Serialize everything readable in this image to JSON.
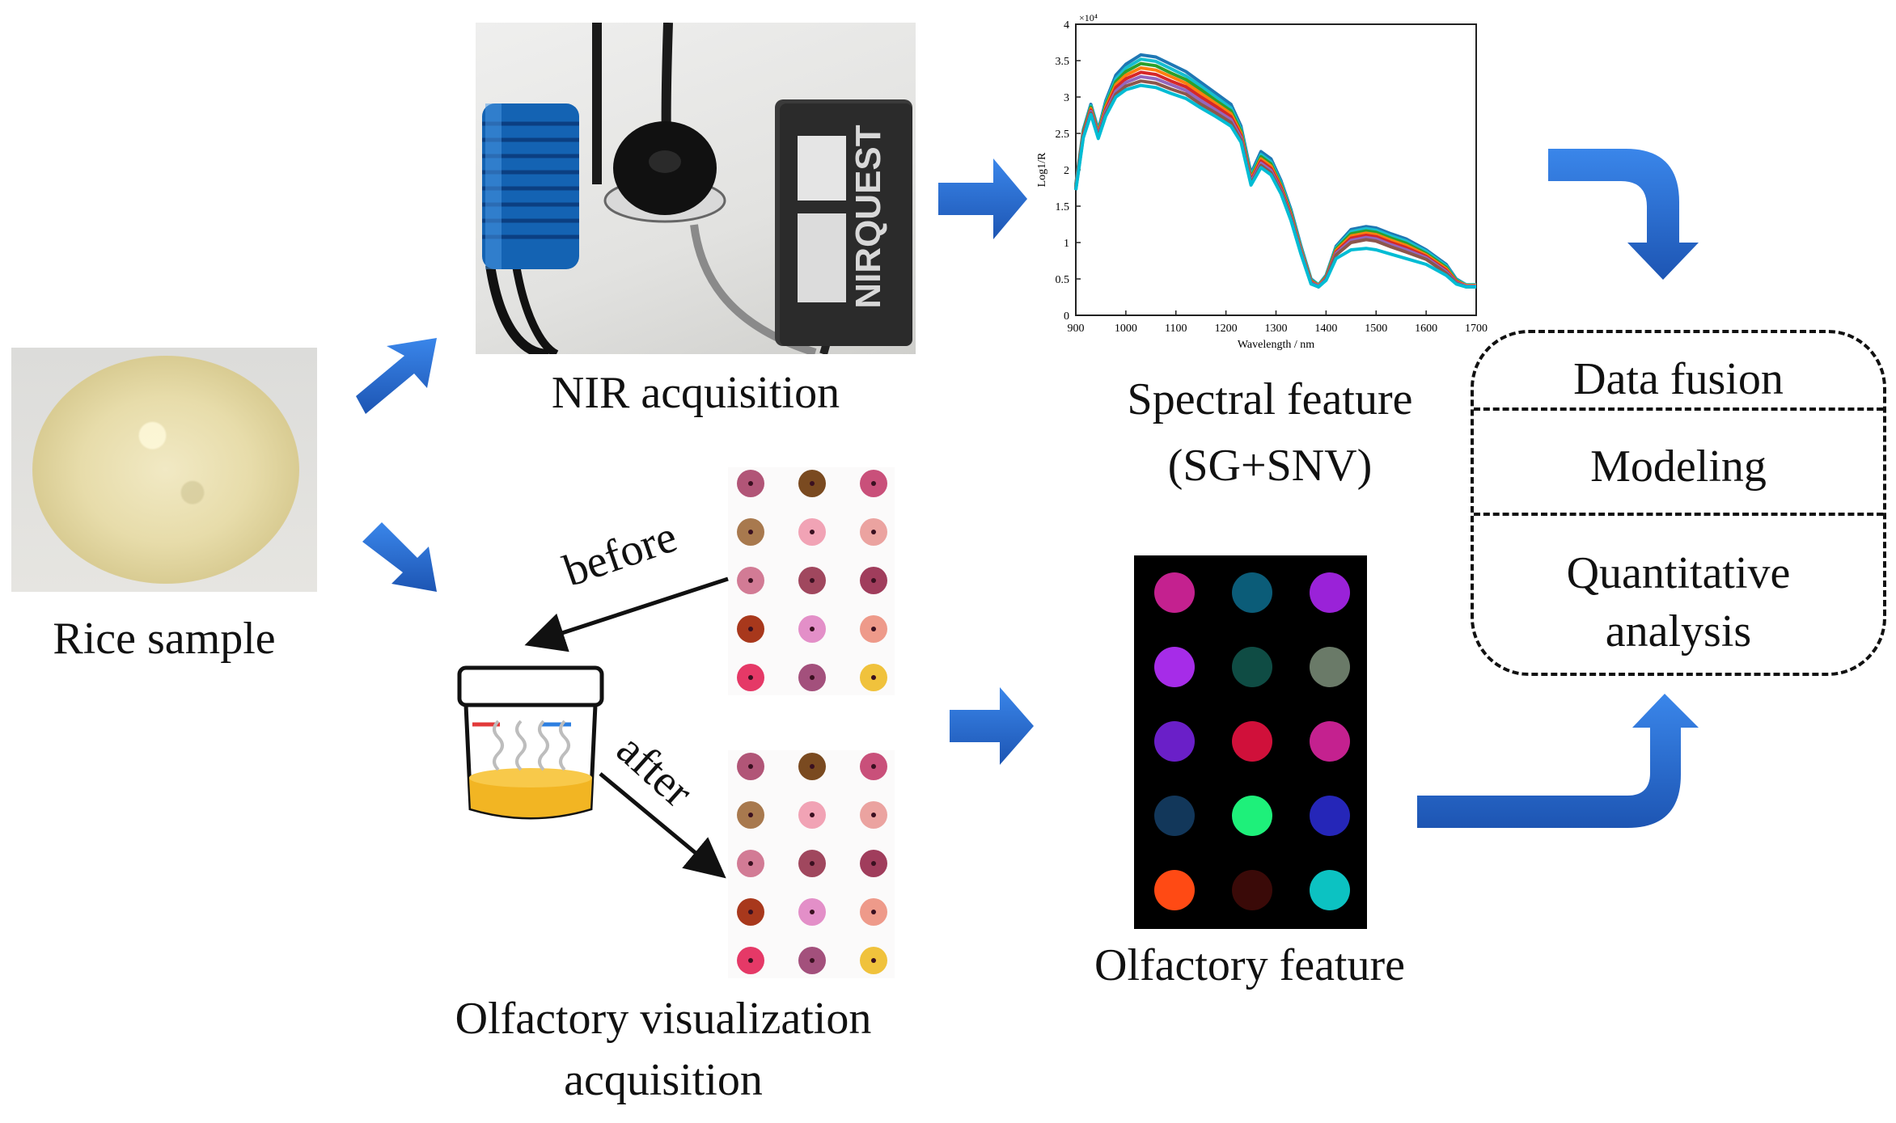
{
  "labels": {
    "rice_sample": "Rice sample",
    "nir_acquisition": "NIR acquisition",
    "spectral_feature_line1": "Spectral feature",
    "spectral_feature_line2": "(SG+SNV)",
    "olfactory_visualization_line1": "Olfactory visualization",
    "olfactory_visualization_line2": "acquisition",
    "olfactory_feature": "Olfactory feature",
    "before": "before",
    "after": "after"
  },
  "fusion_box": {
    "data_fusion": "Data fusion",
    "modeling": "Modeling",
    "quantitative_line1": "Quantitative",
    "quantitative_line2": "analysis"
  },
  "device": {
    "brand_text": "NIRQUEST"
  },
  "colors": {
    "arrow_blue": "#2a6fd6",
    "arrow_blue_dark": "#1d55b3"
  },
  "olfactory_feature_colors": [
    [
      "#c4218f",
      "#0b5c78",
      "#9a22d8"
    ],
    [
      "#a62ce8",
      "#0f4c44",
      "#6a7a68"
    ],
    [
      "#6a1fc8",
      "#d0103a",
      "#c4218f"
    ],
    [
      "#12375a",
      "#1ef07a",
      "#2526b8"
    ],
    [
      "#ff4a14",
      "#3a0a08",
      "#0cc2c2"
    ]
  ],
  "sensor_array_colors": [
    [
      "#b15577",
      "#7a4a20",
      "#c9507a"
    ],
    [
      "#a8794e",
      "#f1a3b5",
      "#eba3a0"
    ],
    [
      "#d27b95",
      "#a0475e",
      "#a03d5c"
    ],
    [
      "#a8381c",
      "#e38fc8",
      "#ee9a8a"
    ],
    [
      "#e53967",
      "#a3507c",
      "#f0c23c"
    ]
  ],
  "chart_data": {
    "type": "line",
    "xlabel": "Wavelength / nm",
    "ylabel": "Log1/R",
    "y_multiplier_label": "×10⁴",
    "xlim": [
      900,
      1700
    ],
    "ylim": [
      0,
      4
    ],
    "x_ticks": [
      "900",
      "1000",
      "1100",
      "1200",
      "1300",
      "1400",
      "1500",
      "1600",
      "1700"
    ],
    "y_ticks": [
      "0",
      "0.5",
      "1",
      "1.5",
      "2",
      "2.5",
      "3",
      "3.5",
      "4"
    ],
    "x": [
      900,
      915,
      930,
      945,
      960,
      980,
      1000,
      1030,
      1060,
      1090,
      1120,
      1150,
      1180,
      1210,
      1230,
      1250,
      1270,
      1290,
      1310,
      1330,
      1350,
      1370,
      1385,
      1400,
      1420,
      1450,
      1480,
      1500,
      1530,
      1560,
      1600,
      1640,
      1660,
      1680,
      1700
    ],
    "series": [
      {
        "color": "#1f77b4",
        "values": [
          1.8,
          2.55,
          2.9,
          2.55,
          2.95,
          3.3,
          3.45,
          3.58,
          3.55,
          3.45,
          3.35,
          3.2,
          3.05,
          2.9,
          2.6,
          1.95,
          2.25,
          2.15,
          1.85,
          1.45,
          0.95,
          0.5,
          0.42,
          0.55,
          0.95,
          1.18,
          1.22,
          1.2,
          1.12,
          1.05,
          0.9,
          0.7,
          0.5,
          0.42,
          0.42
        ]
      },
      {
        "color": "#17becf",
        "values": [
          1.78,
          2.53,
          2.88,
          2.53,
          2.92,
          3.25,
          3.4,
          3.52,
          3.49,
          3.39,
          3.29,
          3.15,
          3.0,
          2.85,
          2.56,
          1.92,
          2.21,
          2.11,
          1.82,
          1.42,
          0.93,
          0.49,
          0.42,
          0.54,
          0.93,
          1.15,
          1.19,
          1.17,
          1.09,
          1.02,
          0.88,
          0.68,
          0.49,
          0.42,
          0.42
        ]
      },
      {
        "color": "#2ca02c",
        "values": [
          1.77,
          2.52,
          2.86,
          2.51,
          2.89,
          3.21,
          3.35,
          3.46,
          3.43,
          3.33,
          3.24,
          3.1,
          2.95,
          2.81,
          2.53,
          1.89,
          2.18,
          2.08,
          1.79,
          1.4,
          0.91,
          0.48,
          0.41,
          0.53,
          0.91,
          1.12,
          1.16,
          1.14,
          1.06,
          0.99,
          0.85,
          0.66,
          0.48,
          0.41,
          0.41
        ]
      },
      {
        "color": "#ff7f0e",
        "values": [
          1.76,
          2.5,
          2.84,
          2.5,
          2.86,
          3.17,
          3.3,
          3.4,
          3.37,
          3.28,
          3.19,
          3.05,
          2.91,
          2.77,
          2.5,
          1.87,
          2.15,
          2.05,
          1.77,
          1.38,
          0.9,
          0.47,
          0.41,
          0.52,
          0.89,
          1.09,
          1.13,
          1.11,
          1.03,
          0.96,
          0.83,
          0.64,
          0.47,
          0.41,
          0.41
        ]
      },
      {
        "color": "#d62728",
        "values": [
          1.75,
          2.49,
          2.82,
          2.48,
          2.83,
          3.13,
          3.25,
          3.34,
          3.31,
          3.22,
          3.14,
          3.0,
          2.87,
          2.73,
          2.47,
          1.85,
          2.12,
          2.02,
          1.75,
          1.36,
          0.88,
          0.46,
          0.4,
          0.51,
          0.87,
          1.06,
          1.1,
          1.08,
          1.0,
          0.93,
          0.81,
          0.62,
          0.46,
          0.4,
          0.4
        ]
      },
      {
        "color": "#9467bd",
        "values": [
          1.74,
          2.47,
          2.8,
          2.47,
          2.8,
          3.08,
          3.2,
          3.28,
          3.25,
          3.17,
          3.09,
          2.95,
          2.82,
          2.69,
          2.44,
          1.83,
          2.09,
          1.99,
          1.72,
          1.34,
          0.87,
          0.45,
          0.4,
          0.5,
          0.85,
          1.03,
          1.07,
          1.05,
          0.97,
          0.9,
          0.79,
          0.6,
          0.45,
          0.4,
          0.4
        ]
      },
      {
        "color": "#8c564b",
        "values": [
          1.73,
          2.46,
          2.78,
          2.45,
          2.77,
          3.04,
          3.15,
          3.22,
          3.19,
          3.11,
          3.04,
          2.9,
          2.78,
          2.65,
          2.41,
          1.81,
          2.06,
          1.96,
          1.7,
          1.32,
          0.85,
          0.44,
          0.39,
          0.49,
          0.83,
          1.0,
          1.04,
          1.02,
          0.94,
          0.87,
          0.77,
          0.58,
          0.44,
          0.39,
          0.39
        ]
      },
      {
        "color": "#00bcd4",
        "values": [
          1.72,
          2.44,
          2.76,
          2.43,
          2.74,
          3.0,
          3.1,
          3.16,
          3.13,
          3.05,
          2.98,
          2.85,
          2.73,
          2.6,
          2.38,
          1.79,
          2.03,
          1.93,
          1.67,
          1.3,
          0.84,
          0.43,
          0.39,
          0.48,
          0.78,
          0.9,
          0.92,
          0.9,
          0.84,
          0.78,
          0.7,
          0.55,
          0.43,
          0.39,
          0.39
        ]
      }
    ]
  }
}
